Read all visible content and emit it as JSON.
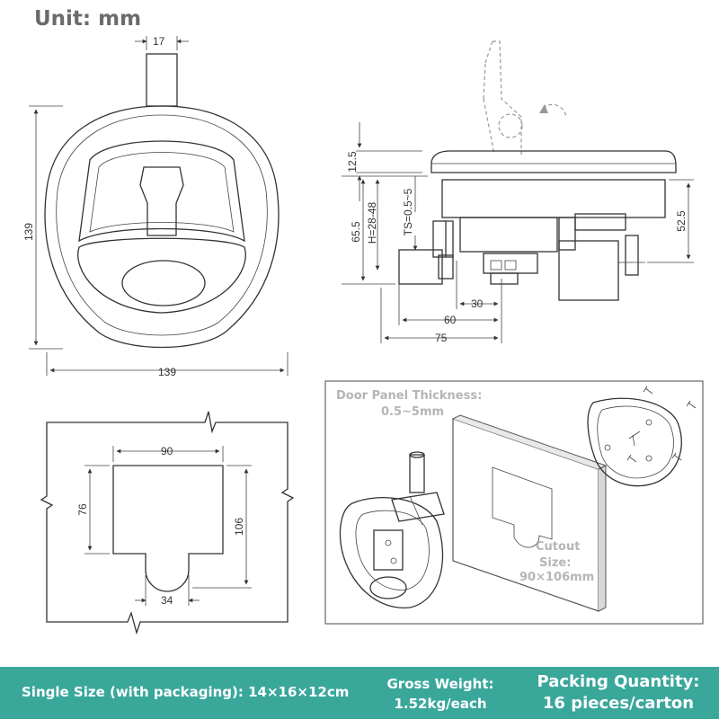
{
  "unit_label": "Unit: mm",
  "dimensions": {
    "top_view": {
      "stem_width": "17",
      "height": "139",
      "width": "139"
    },
    "side_view": {
      "flange": "12.5",
      "height": "65.5",
      "grip_range": "H=28-48",
      "panel_range": "TS=0.5~5",
      "body": "52.5",
      "d30": "30",
      "d60": "60",
      "d75": "75"
    },
    "cutout": {
      "width": "90",
      "height": "76",
      "total_height": "106",
      "notch": "34"
    }
  },
  "install": {
    "panel_title": "Door Panel Thickness:",
    "panel_value": "0.5~5mm",
    "cutout_title": "Cutout",
    "cutout_size_label": "Size:",
    "cutout_size_value": "90×106mm"
  },
  "footer": {
    "single_size": "Single Size (with packaging): 14×16×12cm",
    "gross_weight_label": "Gross Weight:",
    "gross_weight_value": "1.52kg/each",
    "packing_label": "Packing Quantity:",
    "packing_value": "16 pieces/carton"
  },
  "colors": {
    "footer_bg": "#3aa79b",
    "footer_text": "#ffffff",
    "line": "#333333",
    "dashed": "#999999"
  }
}
